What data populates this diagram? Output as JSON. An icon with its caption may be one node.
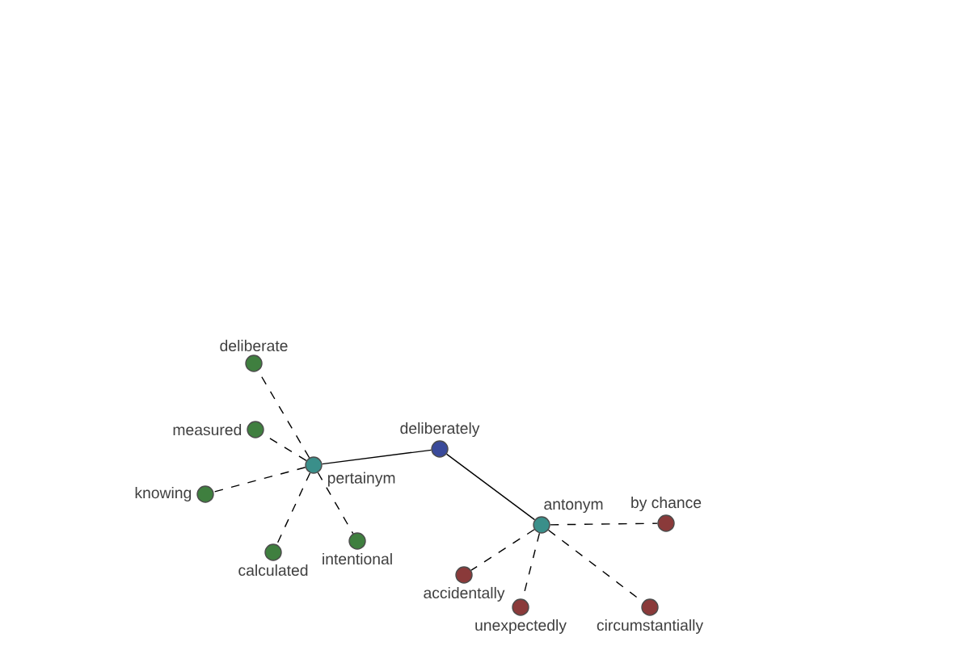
{
  "diagram": {
    "nodes": [
      {
        "text": [
          "deliberate"
        ]
      },
      {
        "text": [
          "measured"
        ]
      },
      {
        "text": [
          "deliberately"
        ]
      },
      {
        "text": [
          "pertainym"
        ]
      },
      {
        "text": [
          "knowing"
        ]
      },
      {
        "text": [
          "antonym"
        ]
      },
      {
        "text": [
          "by chance"
        ]
      },
      {
        "text": [
          "intentional"
        ]
      },
      {
        "text": [
          "calculated"
        ]
      },
      {
        "text": [
          "accidentally"
        ]
      },
      {
        "text": [
          "unexpectedly"
        ]
      },
      {
        "text": [
          "circumstantially"
        ]
      }
    ],
    "edges": [
      {
        "from": 2,
        "to": 3,
        "arrow": "none"
      },
      {
        "from": 2,
        "to": 5,
        "arrow": "none"
      },
      {
        "from": 3,
        "to": 0,
        "arrow": "none",
        "style": "dashed"
      },
      {
        "from": 3,
        "to": 1,
        "arrow": "none",
        "style": "dashed"
      },
      {
        "from": 3,
        "to": 4,
        "arrow": "none",
        "style": "dashed"
      },
      {
        "from": 3,
        "to": 8,
        "arrow": "none",
        "style": "dashed"
      },
      {
        "from": 3,
        "to": 7,
        "arrow": "none",
        "style": "dashed"
      },
      {
        "from": 5,
        "to": 6,
        "arrow": "none",
        "style": "dashed"
      },
      {
        "from": 5,
        "to": 9,
        "arrow": "none",
        "style": "dashed"
      },
      {
        "from": 5,
        "to": 10,
        "arrow": "none",
        "style": "dashed"
      },
      {
        "from": 5,
        "to": 11,
        "arrow": "none",
        "style": "dashed"
      }
    ]
  }
}
